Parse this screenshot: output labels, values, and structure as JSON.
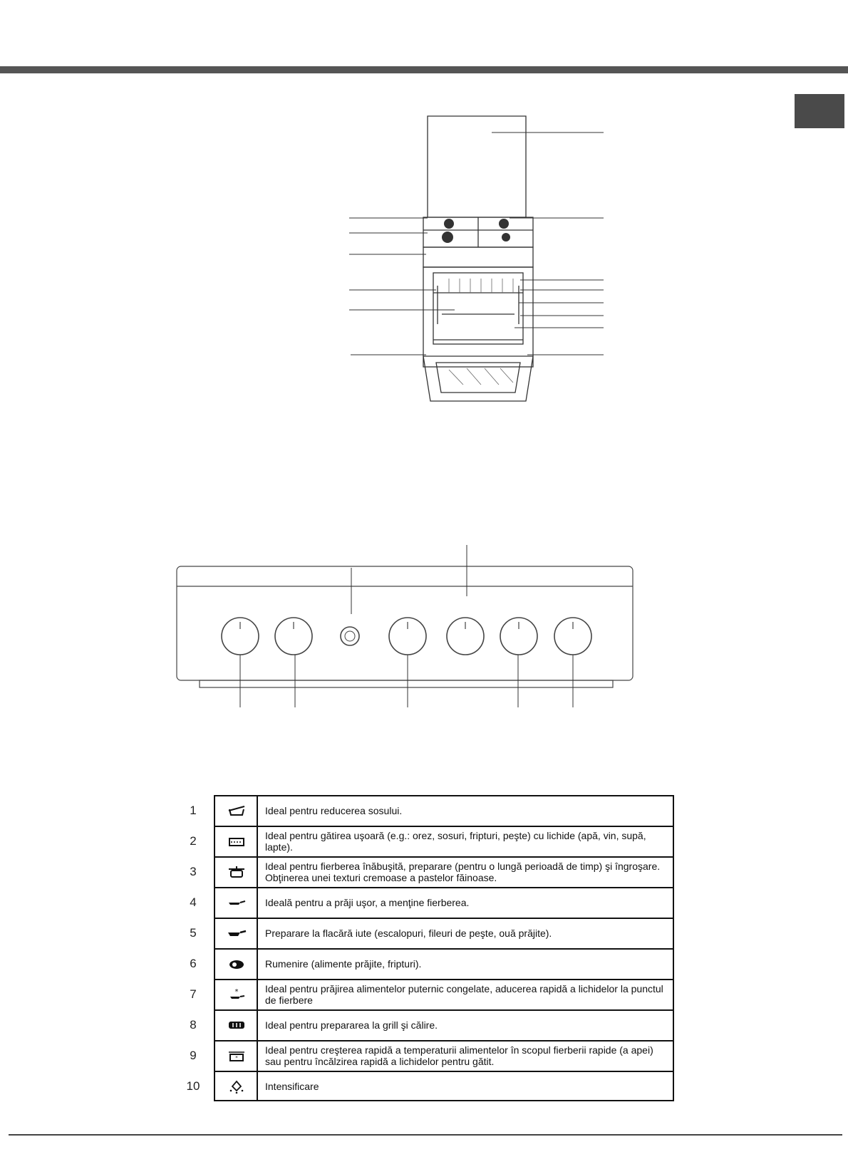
{
  "icons": {
    "1": "sauce-reduce-icon",
    "2": "pot-liquid-icon",
    "3": "lidded-pot-icon",
    "4": "pan-low-icon",
    "5": "pan-high-icon",
    "6": "browning-icon",
    "7": "frozen-food-icon",
    "8": "grill-icon",
    "9": "fast-boil-icon",
    "10": "booster-icon"
  },
  "legend": [
    {
      "num": "1",
      "text": "Ideal pentru reducerea sosului."
    },
    {
      "num": "2",
      "text": "Ideal pentru gătirea uşoară (e.g.: orez, sosuri, fripturi, peşte) cu lichide (apă, vin, supă, lapte)."
    },
    {
      "num": "3",
      "text": "Ideal pentru fierberea înăbuşită, preparare (pentru o lungă perioadă de timp) şi îngroşare. Obţinerea unei texturi cremoase a pastelor făinoase."
    },
    {
      "num": "4",
      "text": "Ideală pentru a prăji uşor, a menţine fierberea."
    },
    {
      "num": "5",
      "text": "Preparare la flacără iute (escalopuri, fileuri de peşte, ouă prăjite)."
    },
    {
      "num": "6",
      "text": "Rumenire (alimente prăjite, fripturi)."
    },
    {
      "num": "7",
      "text": "Ideal pentru prăjirea alimentelor puternic congelate, aducerea rapidă a lichidelor la punctul de fierbere"
    },
    {
      "num": "8",
      "text": "Ideal pentru prepararea la grill şi călire."
    },
    {
      "num": "9",
      "text": "Ideal pentru creşterea rapidă a temperaturii alimentelor în scopul fierberii rapide (a apei) sau pentru încălzirea rapidă a lichidelor pentru gătit."
    },
    {
      "num": "10",
      "text": "Intensificare"
    }
  ]
}
